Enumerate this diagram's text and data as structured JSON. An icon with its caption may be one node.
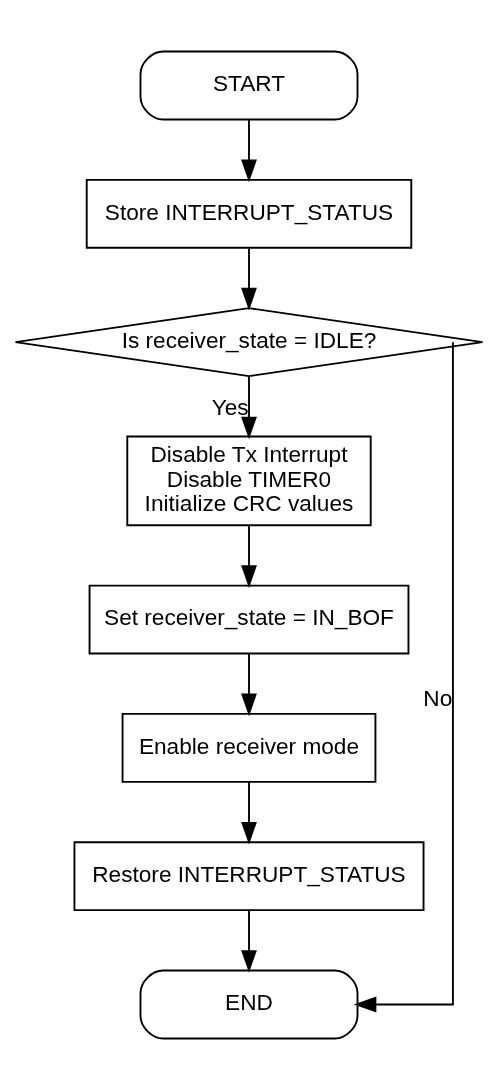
{
  "diagram": {
    "nodes": [
      {
        "text": [
          "START"
        ]
      },
      {
        "text": [
          "Store INTERRUPT_STATUS"
        ]
      },
      {
        "text": [
          "Is receiver_state = IDLE?"
        ]
      },
      {
        "text": [
          "Disable Tx Interrupt",
          "Disable TIMER0",
          "Initialize CRC values"
        ]
      },
      {
        "text": [
          "Set receiver_state = IN_BOF"
        ]
      },
      {
        "text": [
          "Enable receiver mode"
        ]
      },
      {
        "text": [
          "Restore INTERRUPT_STATUS"
        ]
      },
      {
        "text": [
          "END"
        ]
      }
    ],
    "edges": [
      {
        "from": 0,
        "to": 1,
        "arrow": "to"
      },
      {
        "from": 1,
        "to": 2,
        "arrow": "to"
      },
      {
        "from": 2,
        "to": 3,
        "arrow": "to",
        "label": "Yes"
      },
      {
        "from": 3,
        "to": 4,
        "arrow": "to"
      },
      {
        "from": 4,
        "to": 5,
        "arrow": "to"
      },
      {
        "from": 5,
        "to": 6,
        "arrow": "to"
      },
      {
        "from": 6,
        "to": 7,
        "arrow": "to"
      },
      {
        "from": 2,
        "to": 7,
        "arrow": "to",
        "label": "No"
      }
    ]
  }
}
